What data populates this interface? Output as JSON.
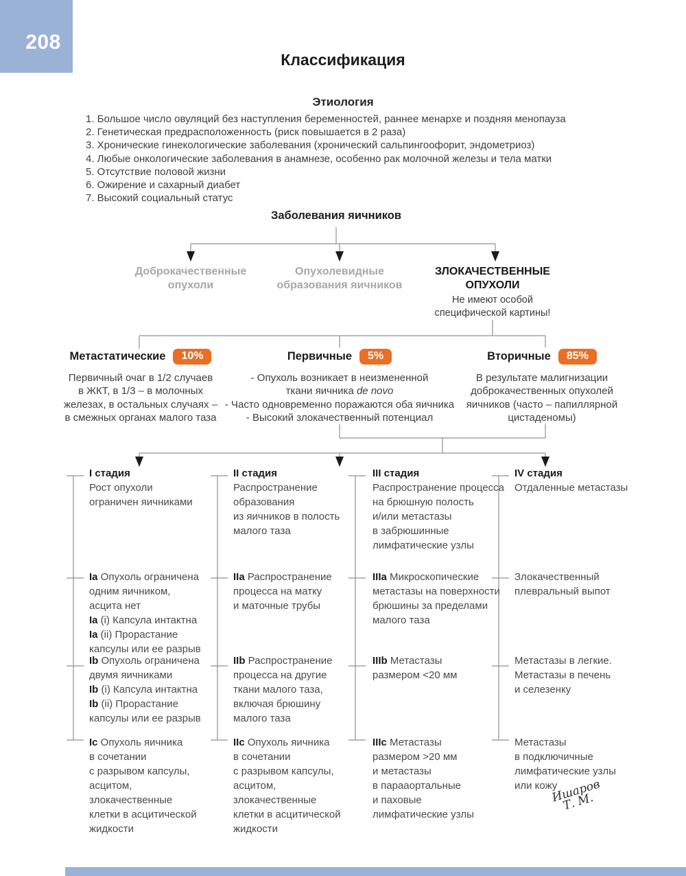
{
  "page": {
    "number": "208",
    "title": "Классификация"
  },
  "colors": {
    "accent_orange": "#E86F24",
    "page_blue": "#9BB2D7"
  },
  "etiology": {
    "heading": "Этиология",
    "items": [
      "1. Большое число овуляций без наступления беременностей, раннее менархе и поздняя менопауза",
      "2. Генетическая предрасположенность (риск повышается в 2 раза)",
      "3. Хронические гинекологические заболевания (хронический сальпингоофорит, эндометриоз)",
      "4. Любые онкологические заболевания в анамнезе, особенно рак молочной железы и тела матки",
      "5. Отсутствие половой жизни",
      "6. Ожирение и сахарный диабет",
      "7. Высокий социальный статус"
    ]
  },
  "tree": {
    "root": "Заболевания яичников",
    "benign": {
      "lines": [
        "Доброкачественные",
        "опухоли"
      ]
    },
    "tumorlike": {
      "lines": [
        "Опухолевидные",
        "образования яичников"
      ]
    },
    "malignant": {
      "lines": [
        "ЗЛОКАЧЕСТВЕННЫЕ",
        "ОПУХОЛИ"
      ]
    },
    "malignant_note": {
      "lines": [
        "Не имеют особой",
        "специфической картины!"
      ]
    }
  },
  "subtypes": [
    {
      "title": "Метастатические",
      "pct": "10%",
      "lines": [
        "Первичный очаг в 1/2 случаев",
        "в ЖКТ, в 1/3 – в молочных",
        "железах, в остальных случаях –",
        "в смежных органах малого таза"
      ]
    },
    {
      "title": "Первичные",
      "pct": "5%",
      "lines": [
        "- Опухоль возникает в неизмененной",
        "ткани яичника *de novo*",
        "- Часто одновременно поражаются оба яичника",
        "- Высокий злокачественный потенциал"
      ]
    },
    {
      "title": "Вторичные",
      "pct": "85%",
      "lines": [
        "В результате малигнизации",
        "доброкачественных опухолей",
        "яичников (часто – папиллярной",
        "цистаденомы)"
      ]
    }
  ],
  "stages": [
    {
      "title": "I стадия",
      "summary": [
        "Рост опухоли",
        "ограничен яичниками"
      ],
      "a": [
        "**Ia** Опухоль ограничена",
        "одним яичником,",
        "асцита нет",
        "**Ia** (i) Капсула интактна",
        "**Ia** (ii) Прорастание",
        "капсулы или ее разрыв"
      ],
      "b": [
        "**Ib** Опухоль ограничена",
        "двумя яичниками",
        "**Ib** (i) Капсула интактна",
        "**Ib** (ii) Прорастание",
        "капсулы или ее разрыв"
      ],
      "c": [
        "**Ic** Опухоль яичника",
        "в сочетании",
        "с разрывом капсулы,",
        "асцитом,",
        "злокачественные",
        "клетки в асцитической",
        "жидкости"
      ]
    },
    {
      "title": "II стадия",
      "summary": [
        "Распространение",
        "образования",
        "из яичников в полость",
        "малого таза"
      ],
      "a": [
        "**IIa** Распространение",
        "процесса на матку",
        "и маточные трубы"
      ],
      "b": [
        "**IIb** Распространение",
        "процесса на другие",
        "ткани малого таза,",
        "включая брюшину",
        "малого таза"
      ],
      "c": [
        "**IIc** Опухоль яичника",
        "в сочетании",
        "с разрывом капсулы,",
        "асцитом,",
        "злокачественные",
        "клетки в асцитической",
        "жидкости"
      ]
    },
    {
      "title": "III стадия",
      "summary": [
        "Распространение процесса",
        "на брюшную полость",
        "и/или метастазы",
        "в забрюшинные",
        "лимфатические узлы"
      ],
      "a": [
        "**IIIa** Микроскопические",
        "метастазы на поверхности",
        "брюшины за пределами",
        "малого таза"
      ],
      "b": [
        "**IIIb** Метастазы",
        "размером <20 мм"
      ],
      "c": [
        "**IIIc** Метастазы",
        "размером >20 мм",
        "и метастазы",
        "в парааортальные",
        "и паховые",
        "лимфатические узлы"
      ]
    },
    {
      "title": "IV стадия",
      "summary": [
        "Отдаленные метастазы"
      ],
      "a": [
        "Злокачественный",
        "плевральный выпот"
      ],
      "b": [
        "Метастазы в легкие.",
        "Метастазы в печень",
        "и селезенку"
      ],
      "c": [
        "Метастазы",
        "в подключичные",
        "лимфатические узлы",
        "или кожу"
      ]
    }
  ],
  "signature": {
    "line1": "Ишаров",
    "line2": "Т. М."
  }
}
